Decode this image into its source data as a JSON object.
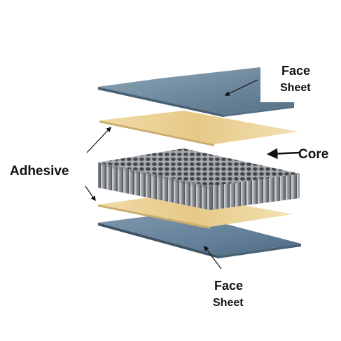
{
  "diagram": {
    "labels": {
      "face_sheet_top_line1": "Face",
      "face_sheet_top_line2": "Sheet",
      "core": "Core",
      "adhesive": "Adhesive",
      "face_sheet_bottom_line1": "Face",
      "face_sheet_bottom_line2": "Sheet"
    },
    "colors": {
      "face_sheet": "#6f8aa0",
      "adhesive": "#e8cd8c",
      "core": "#9a9ea3",
      "text": "#111111"
    }
  }
}
